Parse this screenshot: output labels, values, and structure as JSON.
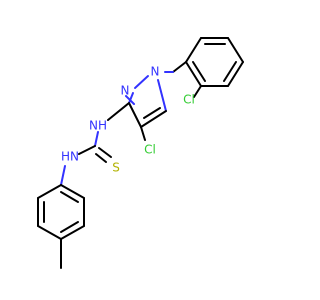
{
  "molecule": {
    "colors": {
      "carbon": "#000000",
      "nitrogen": "#3333ff",
      "chlorine": "#33cc33",
      "sulfur": "#b2b200"
    },
    "labels": {
      "cl_benzyl": "Cl",
      "n1": "N",
      "n2": "N",
      "cl_pyrazole": "Cl",
      "nh_upper": "NH",
      "nh_lower": "HN",
      "sulfur": "S"
    }
  }
}
